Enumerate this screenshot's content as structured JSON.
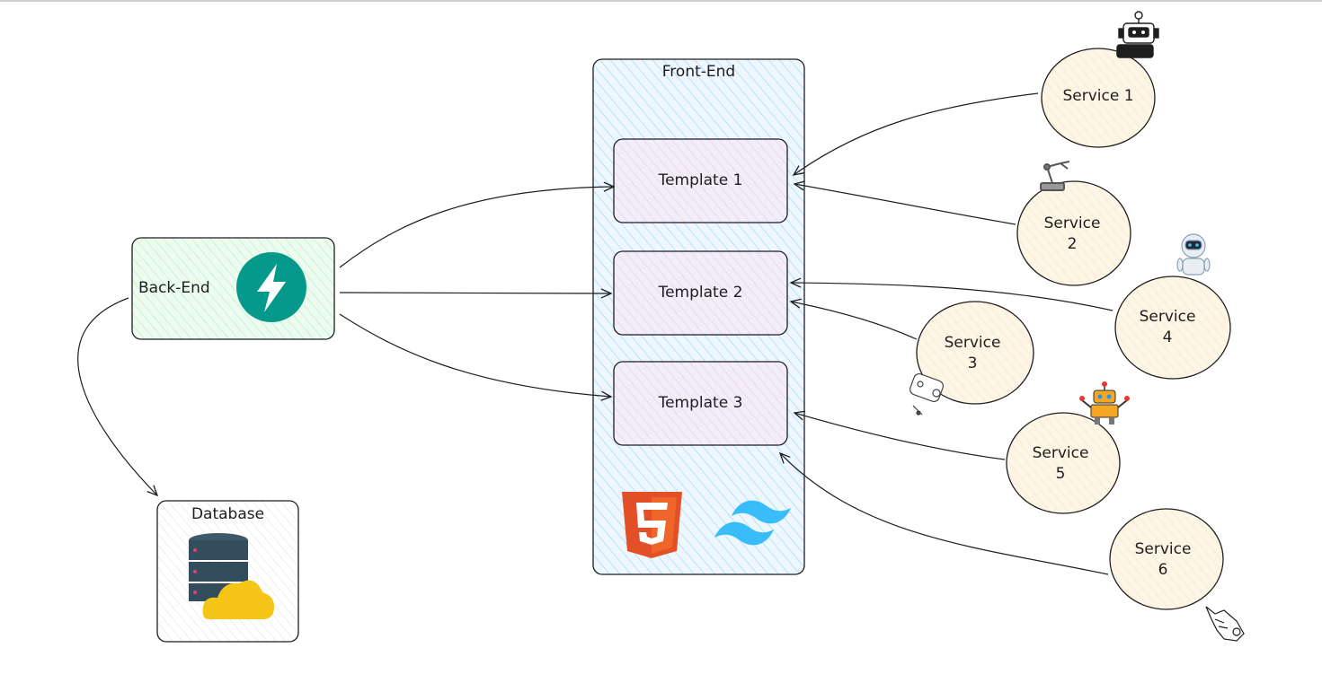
{
  "frontend": {
    "title": "Front-End"
  },
  "backend": {
    "label": "Back-End"
  },
  "database": {
    "label": "Database"
  },
  "templates": [
    "Template 1",
    "Template 2",
    "Template 3"
  ],
  "services": [
    {
      "line1": "Service 1",
      "line2": ""
    },
    {
      "line1": "Service",
      "line2": "2"
    },
    {
      "line1": "Service",
      "line2": "4"
    },
    {
      "line1": "Service",
      "line2": "3"
    },
    {
      "line1": "Service",
      "line2": "5"
    },
    {
      "line1": "Service",
      "line2": "6"
    }
  ],
  "colors": {
    "frontend_fill": "#a5d8ff",
    "template_fill": "#eebefa",
    "backend_fill": "#b2f2bb",
    "service_fill": "#ffec99",
    "html5": "#e34f26",
    "tailwind": "#38bdf8",
    "fastapi": "#05998b",
    "db_dark": "#344d5c",
    "cloud": "#f5c518"
  },
  "icons": [
    "fastapi-icon",
    "html5-icon",
    "tailwind-icon",
    "database-cloud-icon",
    "robot-icon",
    "robot-arm-icon",
    "ai-robot-icon",
    "robot-vacuum-icon",
    "retro-robot-icon",
    "robot-hand-icon"
  ]
}
